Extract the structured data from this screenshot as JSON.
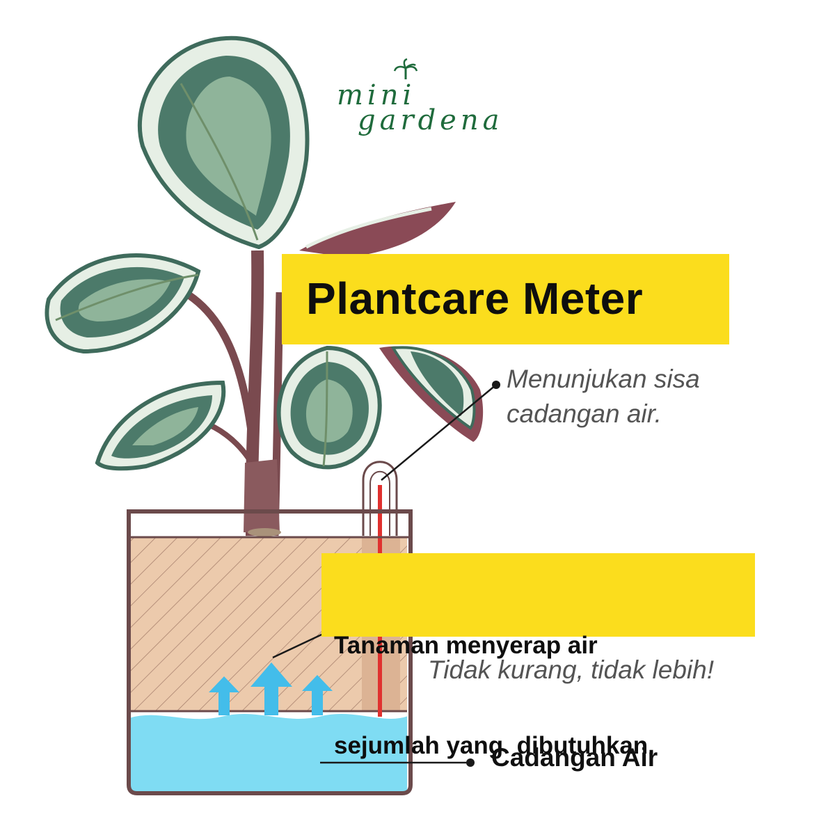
{
  "brand": {
    "line1": "mini",
    "line2": "gardena",
    "icon": "palm-tree-icon"
  },
  "title": "Plantcare Meter",
  "annotations": {
    "meter_note_line1": "Menunjukan sisa",
    "meter_note_line2": "cadangan air.",
    "absorb_line1": "Tanaman menyerap air",
    "absorb_line2": "sejumlah yang  dibutuhkan.",
    "balance_note": "Tidak kurang, tidak lebih!",
    "reserve_label": "Cadangan Air"
  },
  "colors": {
    "highlight": "#fbdd1d",
    "water": "#7fdcf3",
    "soil": "#eccaac",
    "pot_outline": "#6b4a4b",
    "arrow": "#43bdea",
    "meter_indicator": "#e0312f",
    "leaf_dark": "#3f6b5c",
    "leaf_light": "#8fb49a",
    "stem": "#7a4a4f",
    "brand": "#1f6b3c"
  }
}
